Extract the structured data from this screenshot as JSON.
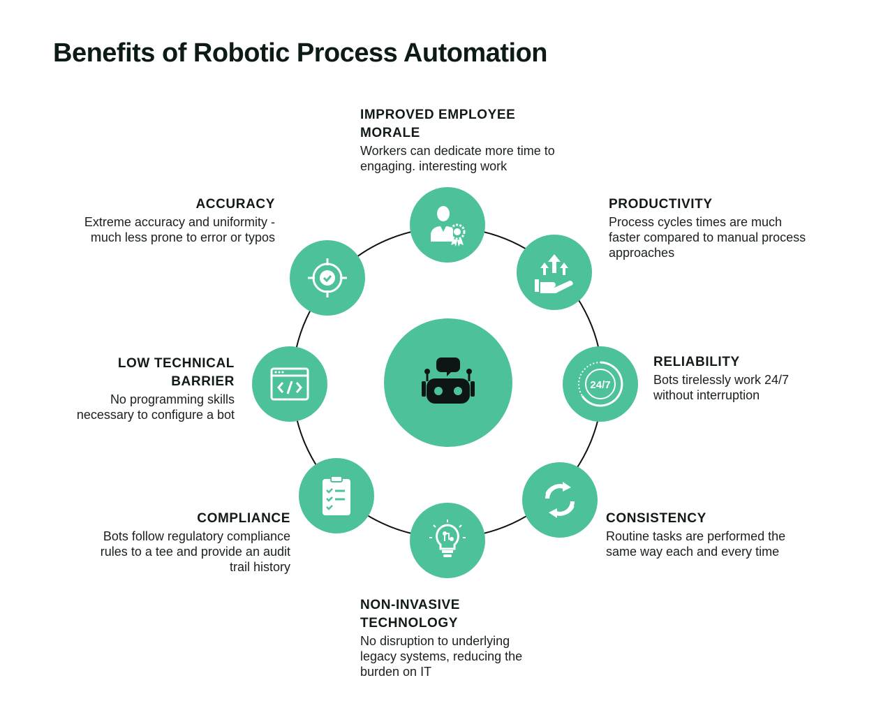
{
  "title": "Benefits of Robotic Process Automation",
  "accent_color": "#4dc29a",
  "center_icon": "robot-chat-icon",
  "benefits": [
    {
      "heading": "IMPROVED EMPLOYEE MORALE",
      "description": "Workers can dedicate more time to engaging. interesting work",
      "icon": "employee-award-icon"
    },
    {
      "heading": "PRODUCTIVITY",
      "description": "Process cycles times are much faster compared to manual process approaches",
      "icon": "hand-arrows-up-icon"
    },
    {
      "heading": "RELIABILITY",
      "description": "Bots tirelessly work 24/7 without interruption",
      "icon": "clock-24-7-icon"
    },
    {
      "heading": "CONSISTENCY",
      "description": "Routine tasks are performed the same way each and every time",
      "icon": "cycle-arrows-icon"
    },
    {
      "heading": "NON-INVASIVE TECHNOLOGY",
      "description": "No disruption to underlying legacy systems, reducing the burden on IT",
      "icon": "lightbulb-circuit-icon"
    },
    {
      "heading": "COMPLIANCE",
      "description": "Bots follow regulatory compliance rules to a tee and provide an audit trail history",
      "icon": "clipboard-checklist-icon"
    },
    {
      "heading": "LOW TECHNICAL BARRIER",
      "description": "No programming skills necessary to configure a bot",
      "icon": "code-window-icon"
    },
    {
      "heading": "ACCURACY",
      "description": "Extreme accuracy and uniformity - much less prone to error or typos",
      "icon": "target-check-icon"
    }
  ]
}
